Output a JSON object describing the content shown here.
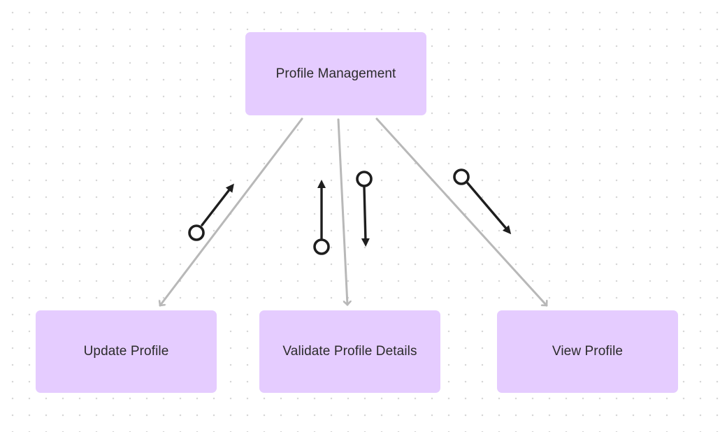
{
  "nodes": {
    "root": {
      "label": "Profile Management"
    },
    "update": {
      "label": "Update Profile"
    },
    "validate": {
      "label": "Validate Profile Details"
    },
    "view": {
      "label": "View Profile"
    }
  },
  "edges": [
    {
      "from": "root",
      "to": "update"
    },
    {
      "from": "root",
      "to": "validate"
    },
    {
      "from": "root",
      "to": "view"
    }
  ],
  "colors": {
    "background": "#ffffff",
    "grid_dot": "#d6d6d6",
    "node_fill": "#e5ccff",
    "node_text": "#2b2b2b",
    "edge": "#b8b8b8",
    "message_arrow": "#1e1e1e"
  }
}
